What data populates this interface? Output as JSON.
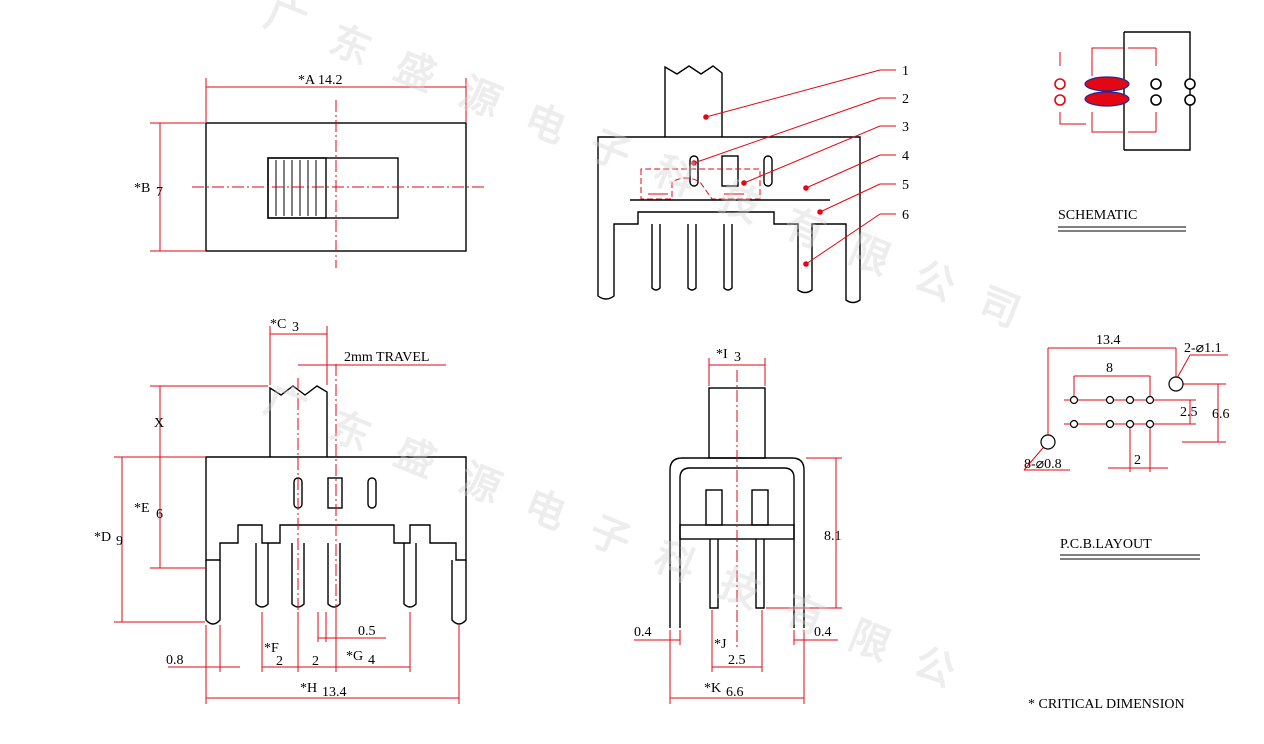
{
  "watermark": {
    "text": "广东盛源电子科技有限公司"
  },
  "top_view": {
    "dim_a_label": "*A",
    "dim_a_value": "14.2",
    "dim_b_label": "*B",
    "dim_b_value": "7"
  },
  "side_view": {
    "dim_c_label": "*C",
    "dim_c_value": "3",
    "travel": "2mm TRAVEL",
    "x_label": "X",
    "dim_e_label": "*E",
    "dim_e_value": "6",
    "dim_d_label": "*D",
    "dim_d_value": "9",
    "dim_08": "0.8",
    "dim_f_label": "*F",
    "dim_f_value": "2",
    "dim_2": "2",
    "dim_g_label": "*G",
    "dim_g_value": "4",
    "dim_05": "0.5",
    "dim_h_label": "*H",
    "dim_h_value": "13.4"
  },
  "front_view": {
    "dim_i_label": "*I",
    "dim_i_value": "3",
    "dim_81": "8.1",
    "dim_04_left": "0.4",
    "dim_04_right": "0.4",
    "dim_j_label": "*J",
    "dim_j_value": "2.5",
    "dim_k_label": "*K",
    "dim_k_value": "6.6"
  },
  "callouts": [
    "1",
    "2",
    "3",
    "4",
    "5",
    "6"
  ],
  "schematic": {
    "title": "SCHEMATIC"
  },
  "pcb": {
    "title": "P.C.B.LAYOUT",
    "dim_134": "13.4",
    "dim_8": "8",
    "hole_large": "2-⌀1.1",
    "dim_25": "2.5",
    "dim_66": "6.6",
    "hole_small": "8-⌀0.8",
    "dim_2": "2"
  },
  "footnote": "* CRITICAL  DIMENSION",
  "colors": {
    "line": "#000000",
    "annotation": "#e30613"
  }
}
